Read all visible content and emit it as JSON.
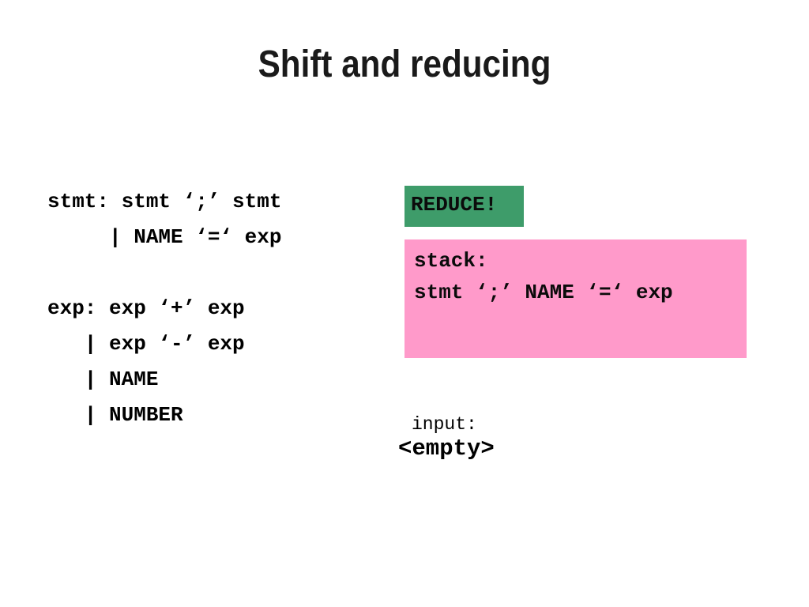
{
  "slide": {
    "title": "Shift and reducing"
  },
  "grammar": {
    "lines": [
      "stmt: stmt ‘;’ stmt",
      "     | NAME ‘=‘ exp",
      "",
      "exp: exp ‘+’ exp",
      "   | exp ‘-’ exp",
      "   | NAME",
      "   | NUMBER"
    ]
  },
  "parser_state": {
    "action_label": "REDUCE!",
    "stack_label": "stack:",
    "stack_content": "stmt ‘;’ NAME ‘=‘ exp",
    "input_label": "input:",
    "input_content": "<empty>"
  },
  "colors": {
    "background": "#ffffff",
    "title_text": "#1a1a1a",
    "body_text": "#000000",
    "action_box_bg": "#3e9c6a",
    "stack_box_bg": "#ff9aca"
  }
}
